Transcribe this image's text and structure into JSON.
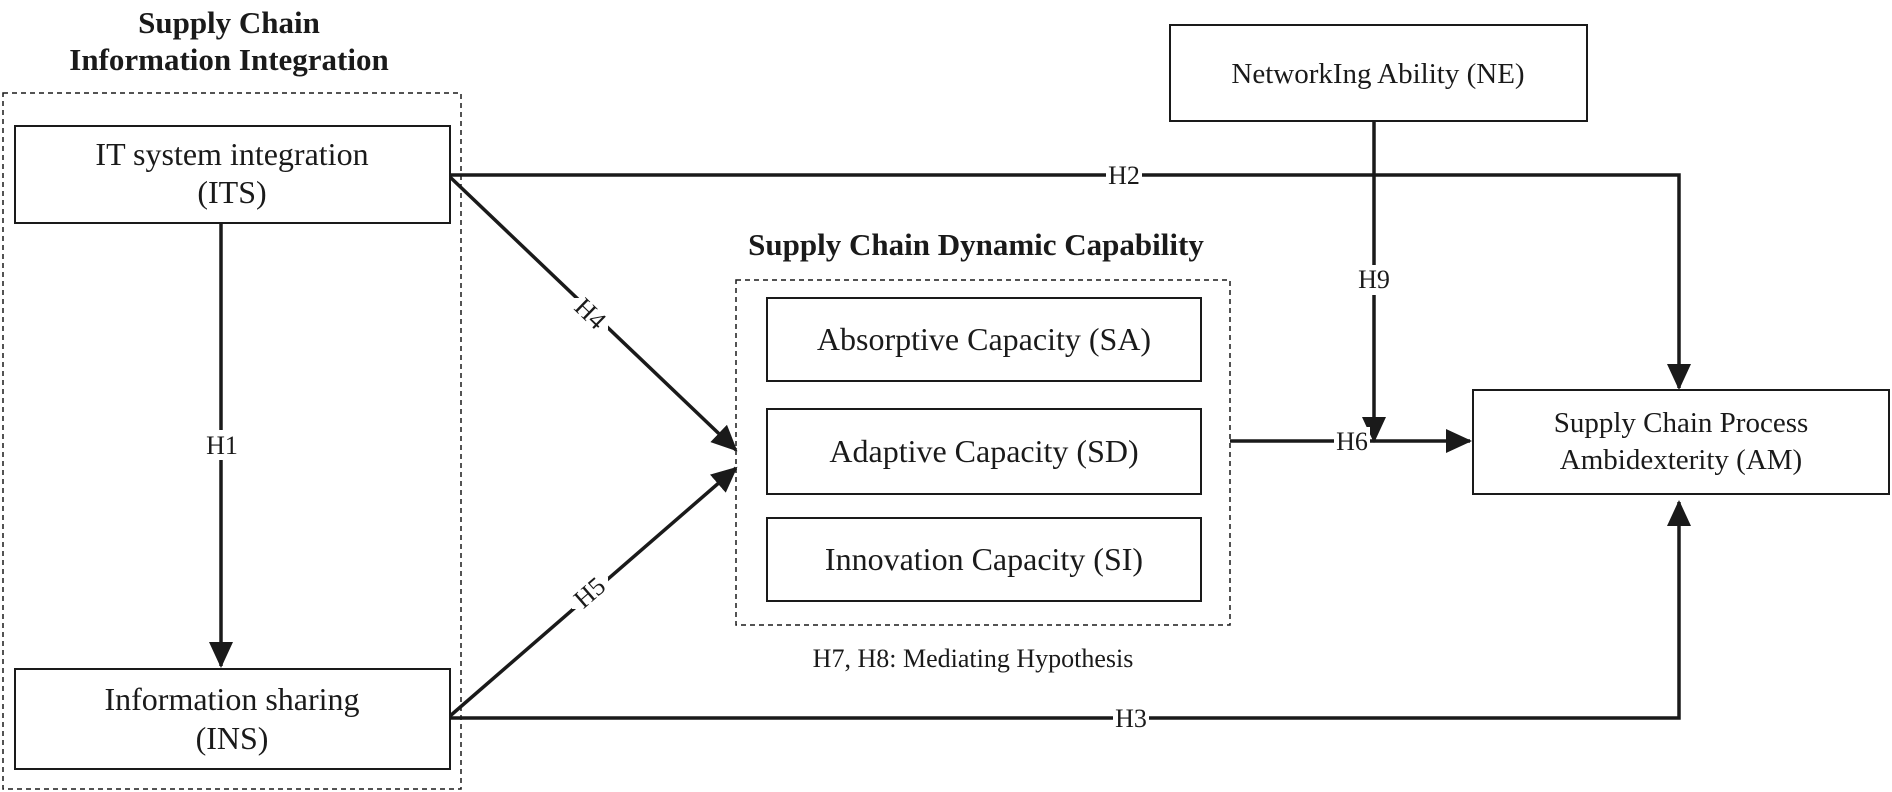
{
  "groups": {
    "integration_title_line1": "Supply Chain",
    "integration_title_line2": "Information Integration",
    "dynamic_title": "Supply Chain Dynamic Capability"
  },
  "nodes": {
    "its_line1": "IT system integration",
    "its_line2": "(ITS)",
    "ins_line1": "Information sharing",
    "ins_line2": "(INS)",
    "sa": "Absorptive Capacity (SA)",
    "sd": "Adaptive Capacity (SD)",
    "si": "Innovation Capacity (SI)",
    "ne": "NetworkIng Ability (NE)",
    "am_line1": "Supply Chain Process",
    "am_line2": "Ambidexterity (AM)"
  },
  "hypotheses": {
    "h1": "H1",
    "h2": "H2",
    "h3": "H3",
    "h4": "H4",
    "h5": "H5",
    "h6": "H6",
    "h9": "H9"
  },
  "notes": {
    "mediating": "H7, H8: Mediating Hypothesis"
  }
}
